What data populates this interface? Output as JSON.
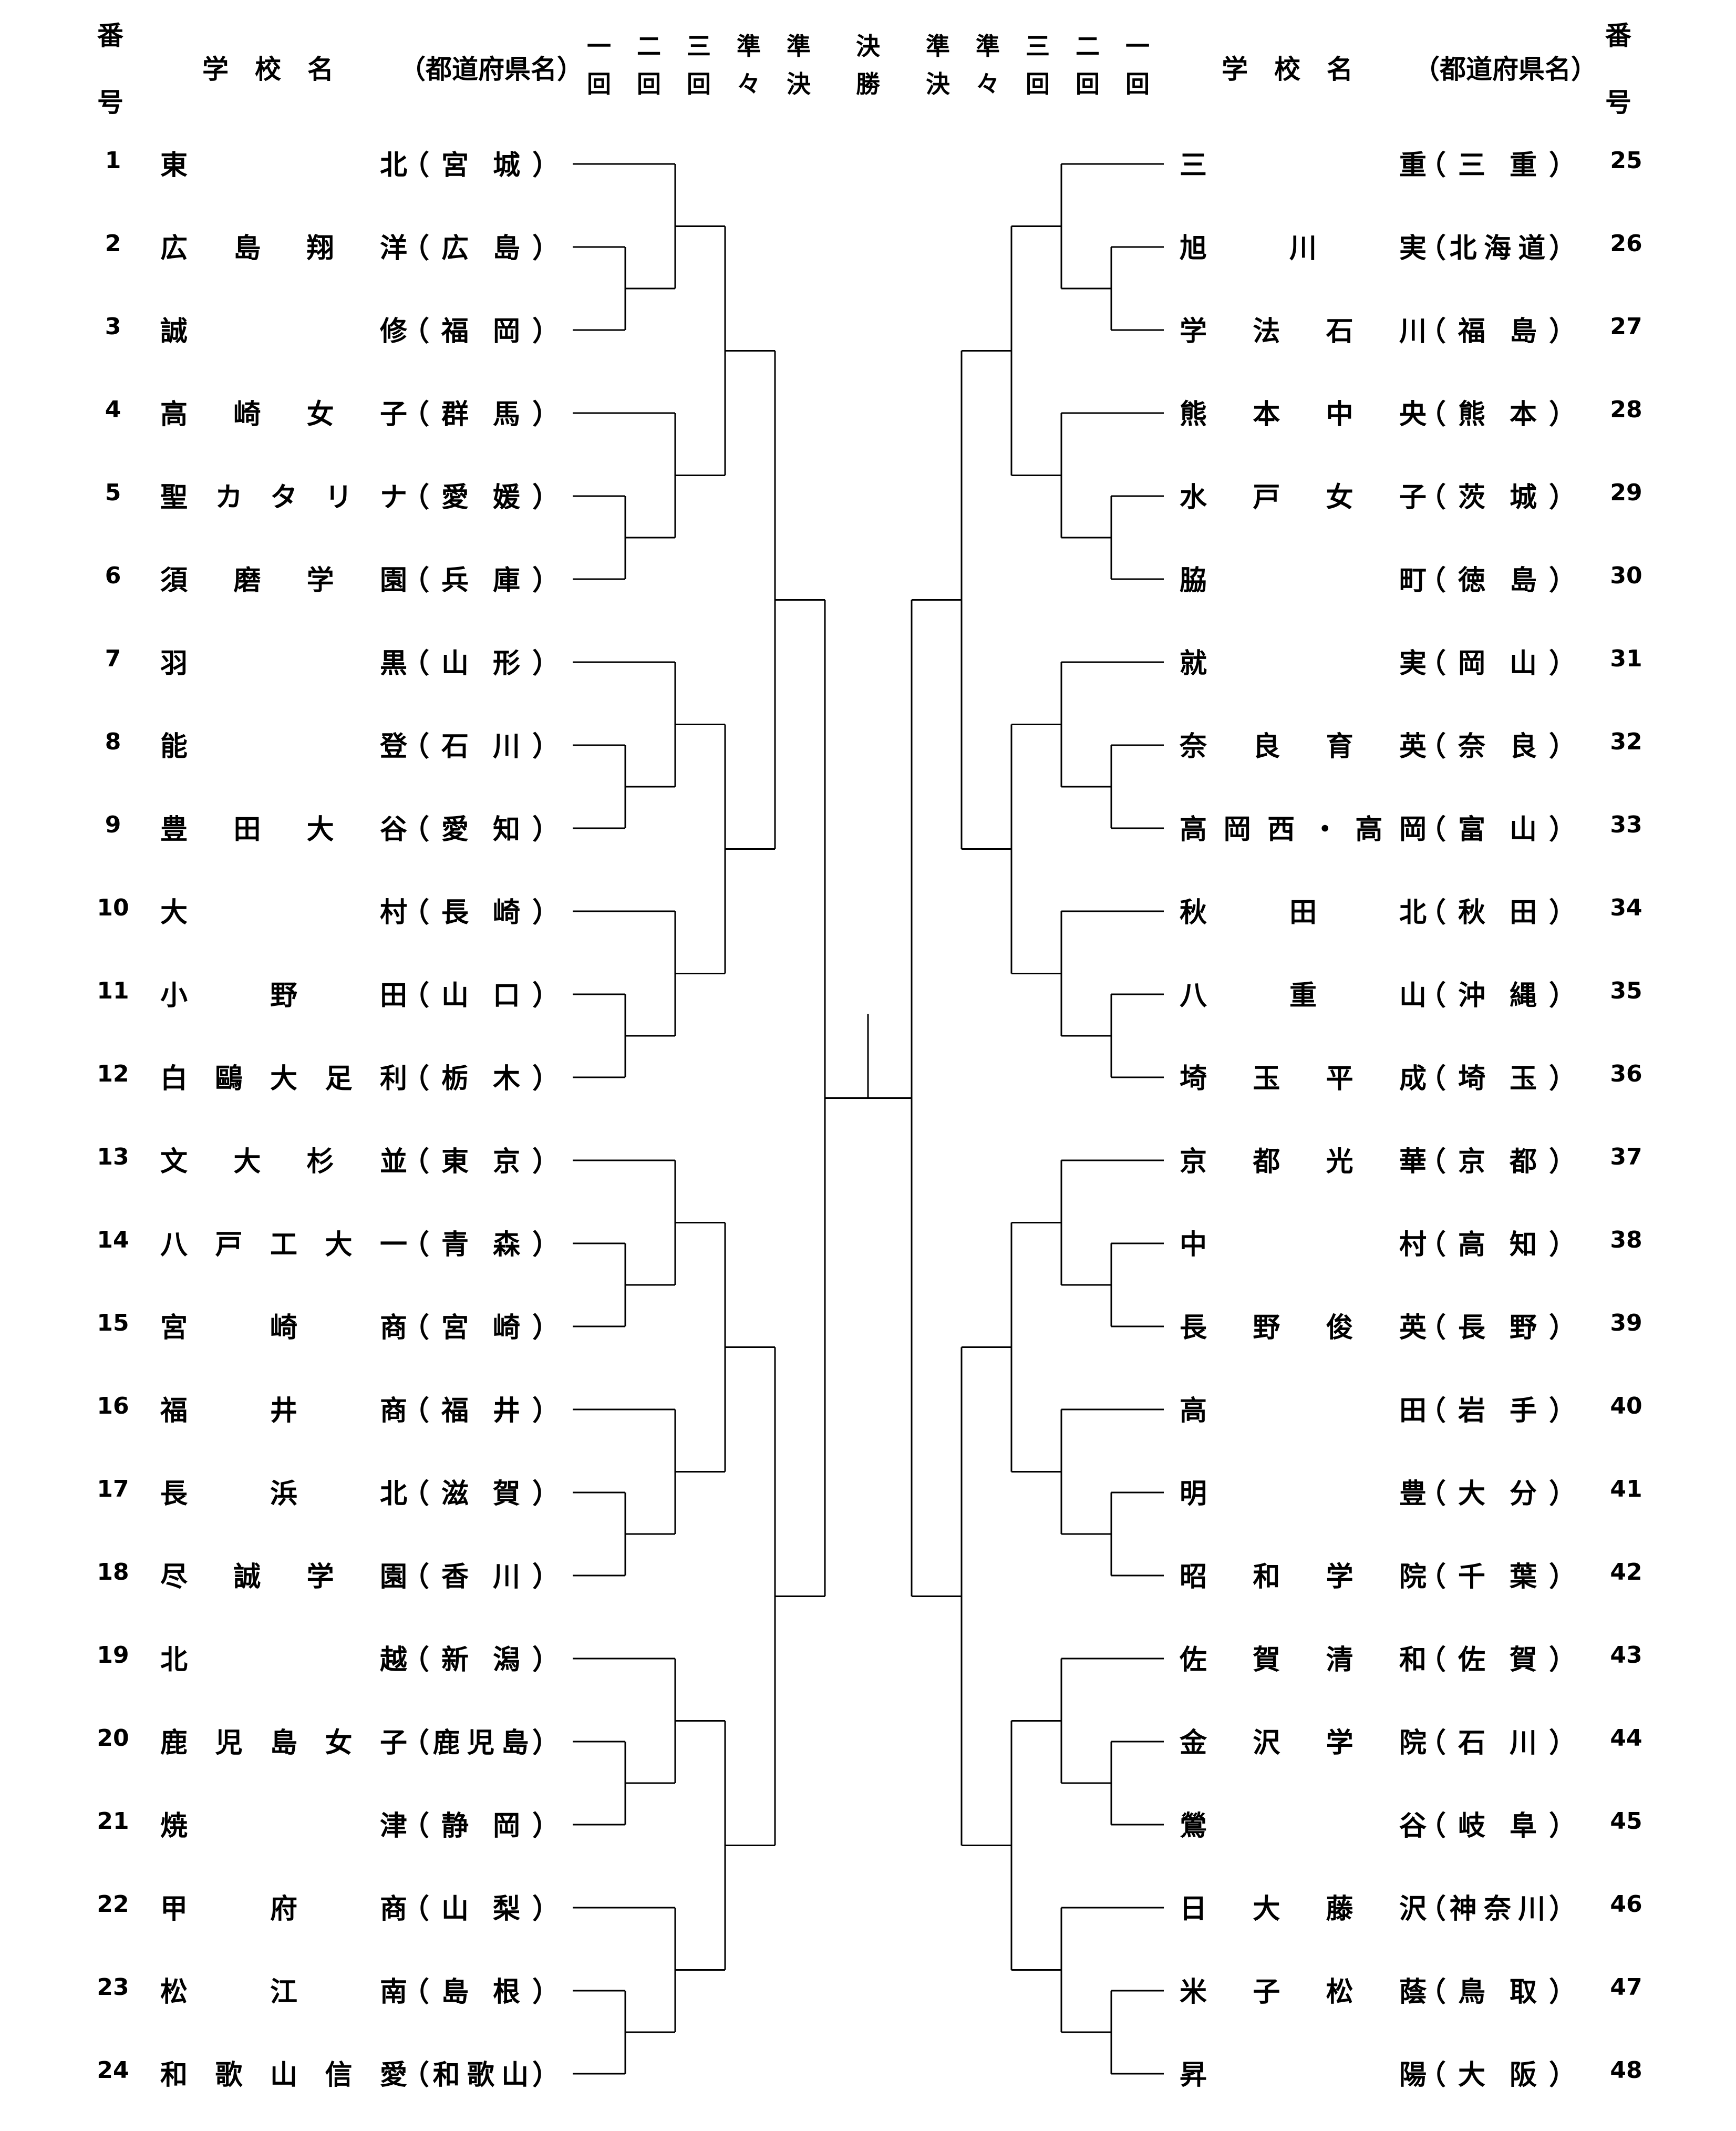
{
  "header": {
    "num_label_top": "番",
    "num_label_bottom": "号",
    "school_label": "学　校　名",
    "pref_label": "（都道府県名）",
    "rounds_left": [
      {
        "top": "一",
        "bottom": "回"
      },
      {
        "top": "二",
        "bottom": "回"
      },
      {
        "top": "三",
        "bottom": "回"
      },
      {
        "top": "準",
        "bottom": "々"
      },
      {
        "top": "準",
        "bottom": "決"
      }
    ],
    "final": {
      "top": "決",
      "bottom": "勝"
    },
    "rounds_right": [
      {
        "top": "準",
        "bottom": "決"
      },
      {
        "top": "準",
        "bottom": "々"
      },
      {
        "top": "三",
        "bottom": "回"
      },
      {
        "top": "二",
        "bottom": "回"
      },
      {
        "top": "一",
        "bottom": "回"
      }
    ]
  },
  "left_teams": [
    {
      "num": "1",
      "school": "東北",
      "pref": "宮城"
    },
    {
      "num": "2",
      "school": "広島翔洋",
      "pref": "広島"
    },
    {
      "num": "3",
      "school": "誠修",
      "pref": "福岡"
    },
    {
      "num": "4",
      "school": "高崎女子",
      "pref": "群馬"
    },
    {
      "num": "5",
      "school": "聖カタリナ",
      "pref": "愛媛"
    },
    {
      "num": "6",
      "school": "須磨学園",
      "pref": "兵庫"
    },
    {
      "num": "7",
      "school": "羽黒",
      "pref": "山形"
    },
    {
      "num": "8",
      "school": "能登",
      "pref": "石川"
    },
    {
      "num": "9",
      "school": "豊田大谷",
      "pref": "愛知"
    },
    {
      "num": "10",
      "school": "大村",
      "pref": "長崎"
    },
    {
      "num": "11",
      "school": "小野田",
      "pref": "山口"
    },
    {
      "num": "12",
      "school": "白鷗大足利",
      "pref": "栃木"
    },
    {
      "num": "13",
      "school": "文大杉並",
      "pref": "東京"
    },
    {
      "num": "14",
      "school": "八戸工大一",
      "pref": "青森"
    },
    {
      "num": "15",
      "school": "宮崎商",
      "pref": "宮崎"
    },
    {
      "num": "16",
      "school": "福井商",
      "pref": "福井"
    },
    {
      "num": "17",
      "school": "長浜北",
      "pref": "滋賀"
    },
    {
      "num": "18",
      "school": "尽誠学園",
      "pref": "香川"
    },
    {
      "num": "19",
      "school": "北越",
      "pref": "新潟"
    },
    {
      "num": "20",
      "school": "鹿児島女子",
      "pref": "鹿児島"
    },
    {
      "num": "21",
      "school": "焼津",
      "pref": "静岡"
    },
    {
      "num": "22",
      "school": "甲府商",
      "pref": "山梨"
    },
    {
      "num": "23",
      "school": "松江南",
      "pref": "島根"
    },
    {
      "num": "24",
      "school": "和歌山信愛",
      "pref": "和歌山"
    }
  ],
  "right_teams": [
    {
      "num": "25",
      "school": "三重",
      "pref": "三重"
    },
    {
      "num": "26",
      "school": "旭川実",
      "pref": "北海道"
    },
    {
      "num": "27",
      "school": "学法石川",
      "pref": "福島"
    },
    {
      "num": "28",
      "school": "熊本中央",
      "pref": "熊本"
    },
    {
      "num": "29",
      "school": "水戸女子",
      "pref": "茨城"
    },
    {
      "num": "30",
      "school": "脇町",
      "pref": "徳島"
    },
    {
      "num": "31",
      "school": "就実",
      "pref": "岡山"
    },
    {
      "num": "32",
      "school": "奈良育英",
      "pref": "奈良"
    },
    {
      "num": "33",
      "school": "高岡西・高岡",
      "pref": "富山"
    },
    {
      "num": "34",
      "school": "秋田北",
      "pref": "秋田"
    },
    {
      "num": "35",
      "school": "八重山",
      "pref": "沖縄"
    },
    {
      "num": "36",
      "school": "埼玉平成",
      "pref": "埼玉"
    },
    {
      "num": "37",
      "school": "京都光華",
      "pref": "京都"
    },
    {
      "num": "38",
      "school": "中村",
      "pref": "高知"
    },
    {
      "num": "39",
      "school": "長野俊英",
      "pref": "長野"
    },
    {
      "num": "40",
      "school": "高田",
      "pref": "岩手"
    },
    {
      "num": "41",
      "school": "明豊",
      "pref": "大分"
    },
    {
      "num": "42",
      "school": "昭和学院",
      "pref": "千葉"
    },
    {
      "num": "43",
      "school": "佐賀清和",
      "pref": "佐賀"
    },
    {
      "num": "44",
      "school": "金沢学院",
      "pref": "石川"
    },
    {
      "num": "45",
      "school": "鶯谷",
      "pref": "岐阜"
    },
    {
      "num": "46",
      "school": "日大藤沢",
      "pref": "神奈川"
    },
    {
      "num": "47",
      "school": "米子松蔭",
      "pref": "鳥取"
    },
    {
      "num": "48",
      "school": "昇陽",
      "pref": "大阪"
    }
  ]
}
